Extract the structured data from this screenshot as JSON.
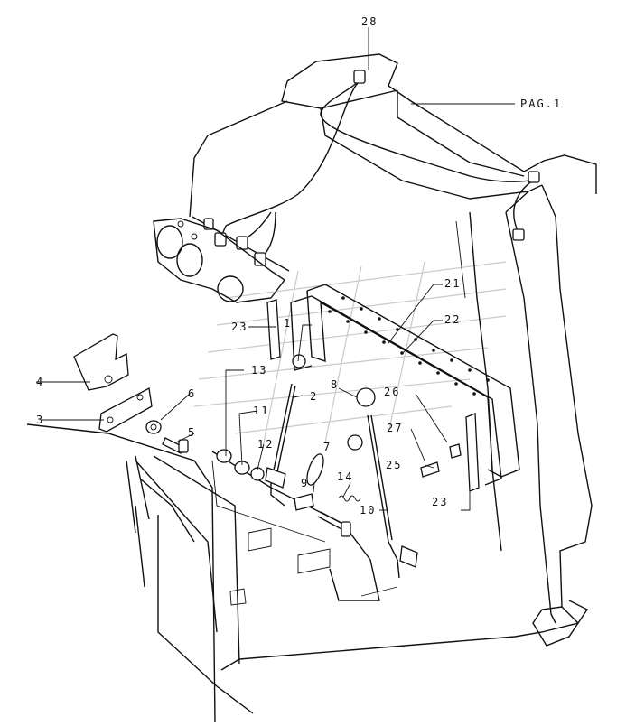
{
  "diagram": {
    "page_reference": "PAG.1",
    "callouts": [
      {
        "id": "c28",
        "text": "28"
      },
      {
        "id": "c21",
        "text": "21"
      },
      {
        "id": "c22",
        "text": "22"
      },
      {
        "id": "c23a",
        "text": "23"
      },
      {
        "id": "c1",
        "text": "1"
      },
      {
        "id": "c13",
        "text": "13"
      },
      {
        "id": "c4",
        "text": "4"
      },
      {
        "id": "c3",
        "text": "3"
      },
      {
        "id": "c6",
        "text": "6"
      },
      {
        "id": "c5",
        "text": "5"
      },
      {
        "id": "c2",
        "text": "2"
      },
      {
        "id": "c11",
        "text": "11"
      },
      {
        "id": "c12",
        "text": "12"
      },
      {
        "id": "c8",
        "text": "8"
      },
      {
        "id": "c26",
        "text": "26"
      },
      {
        "id": "c7",
        "text": "7"
      },
      {
        "id": "c27",
        "text": "27"
      },
      {
        "id": "c25",
        "text": "25"
      },
      {
        "id": "c9",
        "text": "9"
      },
      {
        "id": "c14",
        "text": "14"
      },
      {
        "id": "c10",
        "text": "10"
      },
      {
        "id": "c23b",
        "text": "23"
      }
    ]
  }
}
